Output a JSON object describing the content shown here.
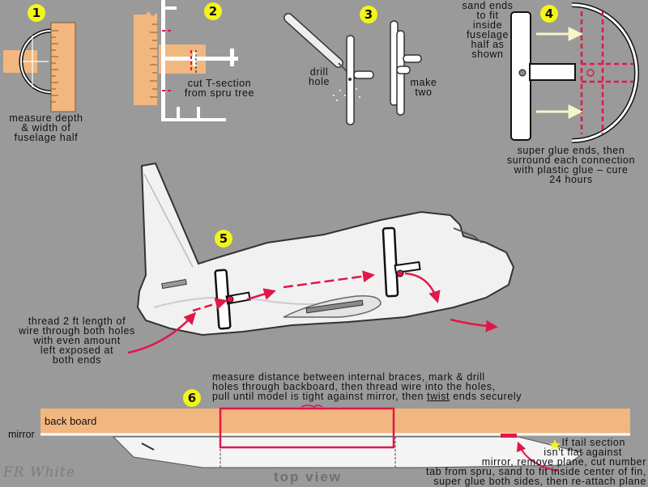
{
  "steps": {
    "s1": {
      "badge": "1",
      "text": [
        "measure depth",
        "& width of",
        "fuselage half"
      ]
    },
    "s2": {
      "badge": "2",
      "text": [
        "cut T-section",
        "from spru tree"
      ]
    },
    "s3": {
      "badge": "3",
      "drill": [
        "drill",
        "hole"
      ],
      "make": [
        "make",
        "two"
      ]
    },
    "s4": {
      "badge": "4",
      "sand": [
        "sand ends",
        "to fit",
        "inside",
        "fuselage",
        "half as",
        "shown"
      ],
      "glue": [
        "super glue ends, then",
        "surround each connection",
        "with plastic glue – cure",
        "24 hours"
      ]
    },
    "s5": {
      "badge": "5",
      "thread": [
        "thread 2 ft length of",
        "wire through both holes",
        "with even amount",
        "left exposed at",
        "both ends"
      ]
    },
    "s6": {
      "badge": "6",
      "measure_l1": "measure distance between internal braces, mark & drill",
      "measure_l2": "holes through backboard, then thread wire into the holes,",
      "measure_l3_a": "pull until model is tight against mirror, then ",
      "measure_l3_twist": "twist",
      "measure_l3_b": " ends securely",
      "back_board": "back board",
      "mirror": "mirror",
      "tail": [
        "If tail section",
        "isn't flat against",
        "mirror, remove plane, cut number",
        "tab from spru, sand to fit inside center of fin,",
        "super glue both sides, then re-attach plane"
      ],
      "top_view": "top view"
    }
  },
  "signature": "FR White",
  "colors": {
    "background": "#9a9a9a",
    "wood": "#f2b67f",
    "arrow": "#e0184a",
    "badge": "#f3f51a",
    "light_arrow": "#f5f5c8"
  }
}
